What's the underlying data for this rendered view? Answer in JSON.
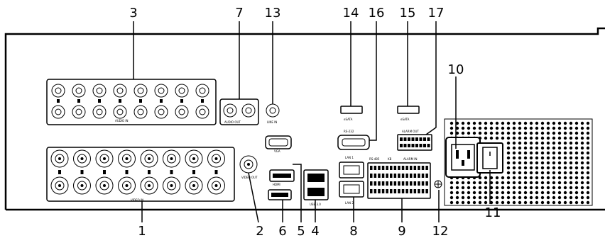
{
  "callouts": [
    {
      "id": "1",
      "text": "1"
    },
    {
      "id": "2",
      "text": "2"
    },
    {
      "id": "3",
      "text": "3"
    },
    {
      "id": "4",
      "text": "4"
    },
    {
      "id": "5",
      "text": "5"
    },
    {
      "id": "6",
      "text": "6"
    },
    {
      "id": "7",
      "text": "7"
    },
    {
      "id": "8",
      "text": "8"
    },
    {
      "id": "9",
      "text": "9"
    },
    {
      "id": "10",
      "text": "10"
    },
    {
      "id": "11",
      "text": "11"
    },
    {
      "id": "12",
      "text": "12"
    },
    {
      "id": "13",
      "text": "13"
    },
    {
      "id": "14",
      "text": "14"
    },
    {
      "id": "15",
      "text": "15"
    },
    {
      "id": "16",
      "text": "16"
    },
    {
      "id": "17",
      "text": "17"
    }
  ],
  "panel_labels": {
    "audio_in": "AUDIO IN",
    "audio_out": "AUDIO OUT",
    "line_in": "LINE IN",
    "video_in": "VIDEO IN",
    "video_out": "VIDEO OUT",
    "vga": "VGA",
    "hdmi": "HDMI",
    "usb": "USB 3.0",
    "esata1": "eSATA",
    "esata2": "eSATA",
    "rs232": "RS-232",
    "lan1": "LAN 1",
    "lan2": "LAN 2",
    "alarm_out": "ALARM OUT",
    "alarm_in": "ALARM IN",
    "rs485": "RS-485",
    "kb": "KB"
  }
}
